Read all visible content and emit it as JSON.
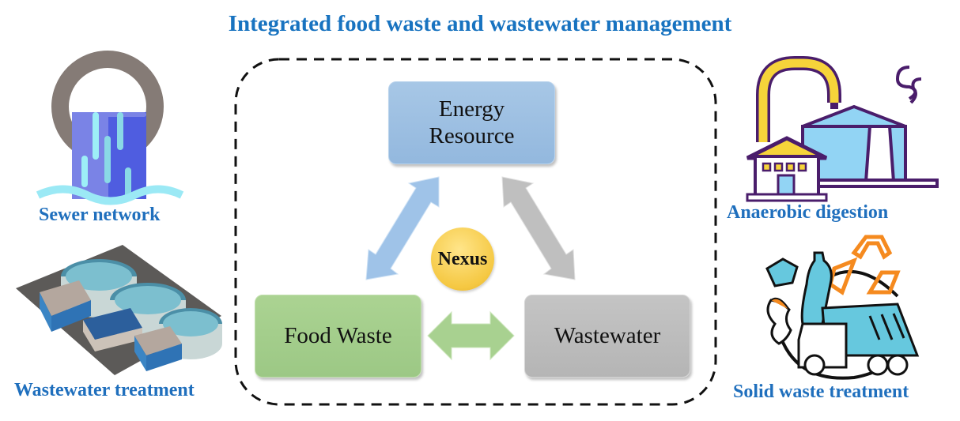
{
  "title": "Integrated food waste and wastewater management",
  "left_panel": {
    "items": [
      {
        "label": "Sewer network",
        "icon": "sewer-pipe-icon"
      },
      {
        "label": "Wastewater treatment",
        "icon": "wastewater-plant-icon"
      }
    ]
  },
  "right_panel": {
    "items": [
      {
        "label": "Anaerobic digestion",
        "icon": "biogas-plant-icon"
      },
      {
        "label": "Solid waste treatment",
        "icon": "garbage-truck-recycle-icon"
      }
    ]
  },
  "nexus_diagram": {
    "center_label": "Nexus",
    "nodes": [
      {
        "id": "energy",
        "label_line1": "Energy",
        "label_line2": "Resource",
        "color": "#9fc1e3"
      },
      {
        "id": "food",
        "label": "Food Waste",
        "color": "#a6cf8e"
      },
      {
        "id": "wastewater",
        "label": "Wastewater",
        "color": "#bdbdbd"
      }
    ],
    "links": [
      {
        "from": "food",
        "to": "energy",
        "type": "bidirectional",
        "color": "#9fc3e8"
      },
      {
        "from": "energy",
        "to": "wastewater",
        "type": "bidirectional",
        "color": "#bfbfbf"
      },
      {
        "from": "food",
        "to": "wastewater",
        "type": "bidirectional",
        "color": "#a8d190"
      }
    ],
    "boundary": "dashed"
  },
  "colors": {
    "title": "#1873c0",
    "caption": "#1f6fbd"
  }
}
